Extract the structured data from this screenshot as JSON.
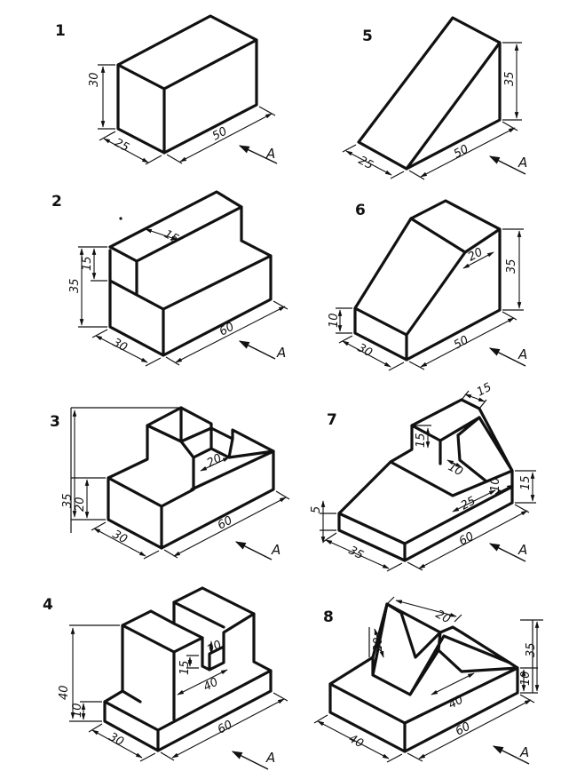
{
  "view_label": "A",
  "figures": [
    {
      "number": "1",
      "dims": [
        "30",
        "25",
        "50"
      ]
    },
    {
      "number": "2",
      "dims": [
        "35",
        "15",
        "15",
        "30",
        "60"
      ]
    },
    {
      "number": "3",
      "dims": [
        "35",
        "20",
        "20",
        "30",
        "60"
      ]
    },
    {
      "number": "4",
      "dims": [
        "40",
        "10",
        "15",
        "10",
        "40",
        "30",
        "60"
      ]
    },
    {
      "number": "5",
      "dims": [
        "35",
        "25",
        "50"
      ]
    },
    {
      "number": "6",
      "dims": [
        "35",
        "20",
        "10",
        "30",
        "50"
      ]
    },
    {
      "number": "7",
      "dims": [
        "15",
        "15",
        "10",
        "15",
        "10",
        "25",
        "5",
        "35",
        "60"
      ]
    },
    {
      "number": "8",
      "dims": [
        "20",
        "20",
        "35",
        "10",
        "40",
        "40",
        "60"
      ]
    }
  ]
}
